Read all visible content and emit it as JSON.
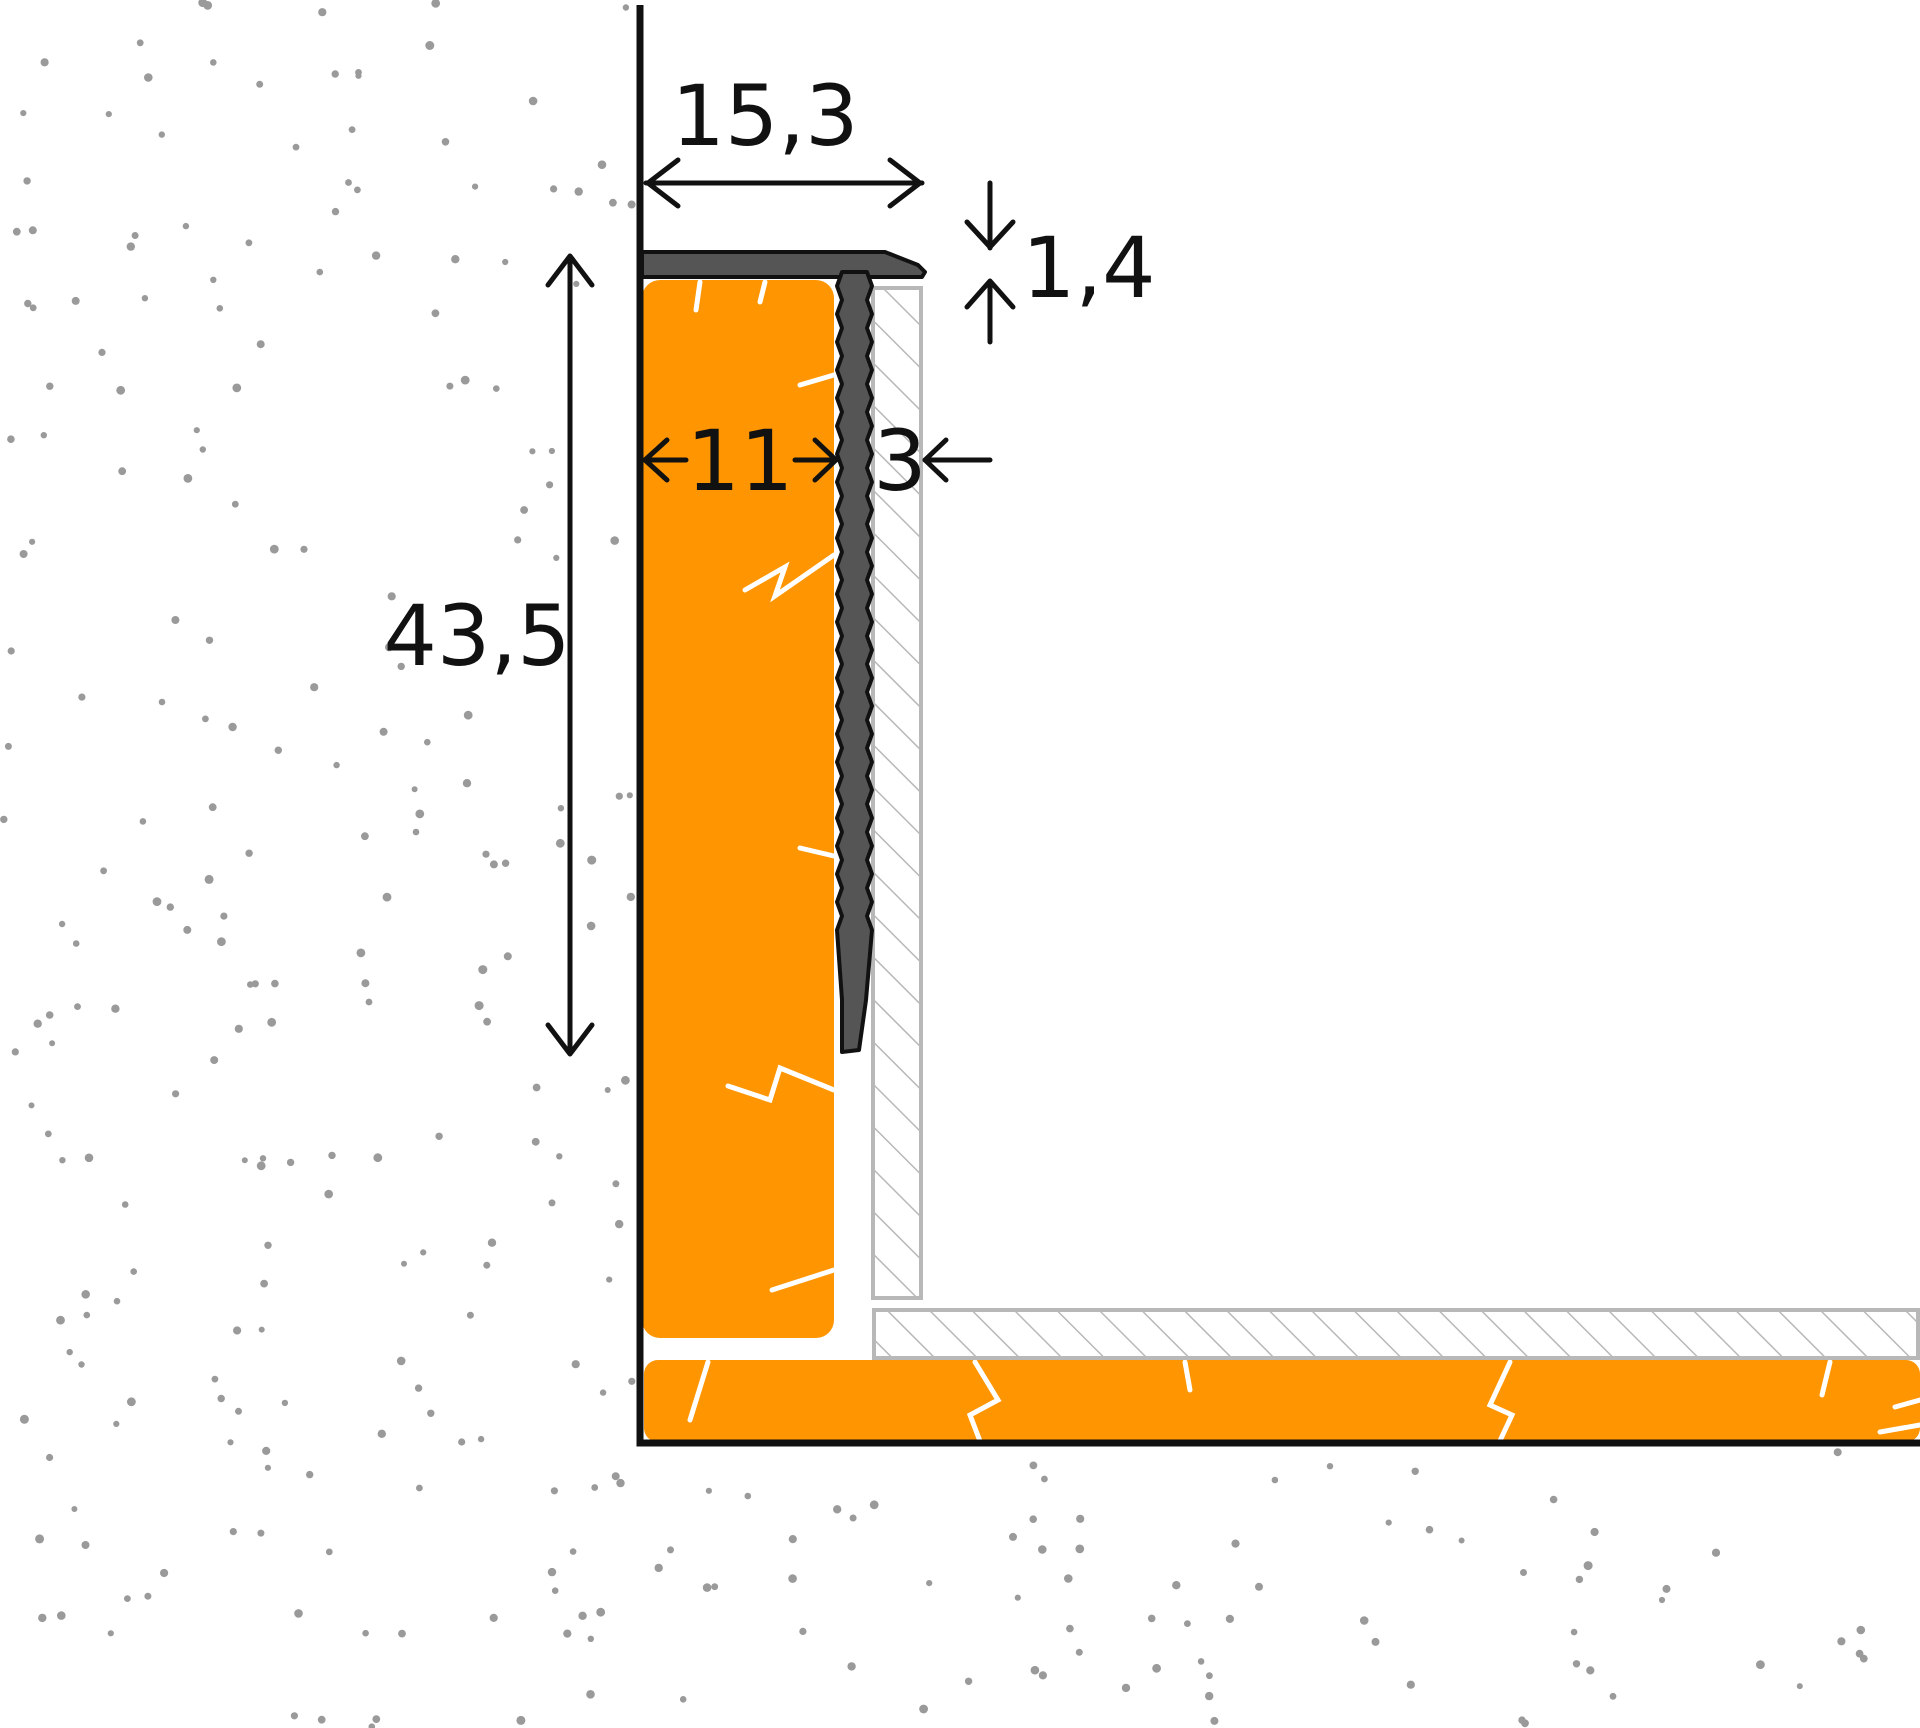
{
  "dimensions": {
    "profile_width": "15,3",
    "top_thickness": "1,4",
    "profile_height": "43,5",
    "adhesive_gap": "11",
    "leg_thickness": "3"
  },
  "colors": {
    "tile": "#ff9500",
    "profile": "#555555",
    "outline": "#111111",
    "hatch": "#b8b8b8",
    "speckle": "#9a9a9a"
  }
}
